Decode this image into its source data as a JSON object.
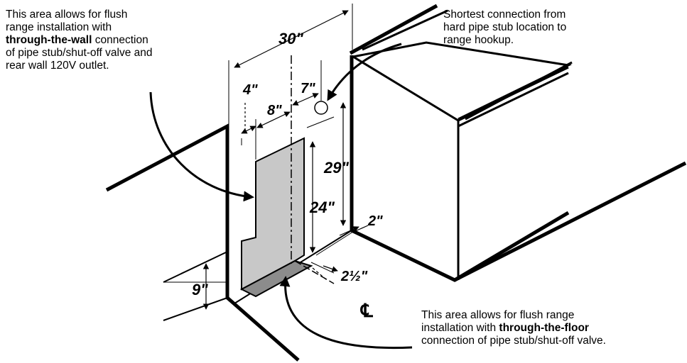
{
  "callouts": {
    "top_left": {
      "line1": "This area allows for flush",
      "line2": "range installation with",
      "line3_bold": "through-the-wall",
      "line3_rest": " connection",
      "line4": "of pipe stub/shut-off valve and",
      "line5": "rear wall 120V outlet."
    },
    "top_right": {
      "line1": "Shortest connection from",
      "line2": "hard pipe stub location to",
      "line3": "range hookup."
    },
    "bottom_right": {
      "line1": "This area allows for flush range",
      "line2_rest": "installation with ",
      "line2_bold": "through-the-floor",
      "line3": "connection of pipe stub/shut-off valve."
    }
  },
  "dimensions": {
    "d30": "30\"",
    "d4": "4\"",
    "d7": "7\"",
    "d8": "8\"",
    "d29": "29\"",
    "d24": "24\"",
    "d2": "2\"",
    "d2half": "2½\"",
    "d9": "9\"",
    "centerline": "℄"
  },
  "colors": {
    "line": "#000000",
    "shaded_area": "#c8c8c8",
    "floor_area": "#8c8c8c"
  }
}
